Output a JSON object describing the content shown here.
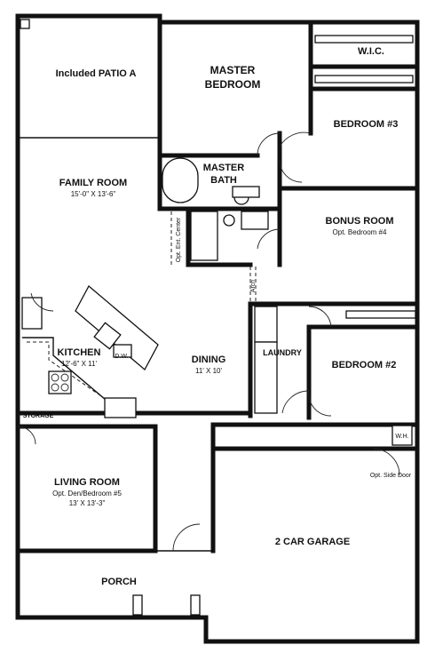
{
  "rooms": {
    "patio": {
      "name": "Included PATIO A"
    },
    "master_bedroom": {
      "name_line1": "MASTER",
      "name_line2": "BEDROOM"
    },
    "wic": {
      "name": "W.I.C."
    },
    "bedroom3": {
      "name": "BEDROOM #3"
    },
    "master_bath": {
      "name_line1": "MASTER",
      "name_line2": "BATH"
    },
    "family_room": {
      "name": "FAMILY ROOM",
      "dims": "15'-0\" X 13'-6\""
    },
    "bonus_room": {
      "name": "BONUS ROOM",
      "sub": "Opt. Bedroom #4"
    },
    "kitchen": {
      "name": "KITCHEN",
      "dims": "12'-6\" X 11'"
    },
    "dining": {
      "name": "DINING",
      "dims": "11' X 10'"
    },
    "laundry": {
      "name": "LAUNDRY"
    },
    "bedroom2": {
      "name": "BEDROOM #2"
    },
    "storage": {
      "name": "STORAGE"
    },
    "living_room": {
      "name": "LIVING ROOM",
      "sub": "Opt. Den/Bedroom #5",
      "dims": "13' X 13'-3\""
    },
    "garage": {
      "name": "2 CAR GARAGE"
    },
    "porch": {
      "name": "PORCH"
    }
  },
  "fixtures": {
    "dishwasher": "D.W.",
    "water_heater": "W.H."
  },
  "notes": {
    "opt_ent_center": "Opt. Ent. Center",
    "arch": "Arch",
    "opt_side_door": "Opt. Side Door"
  }
}
